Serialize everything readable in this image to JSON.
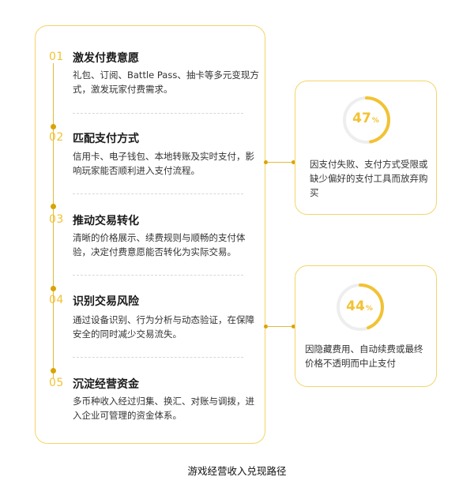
{
  "steps": [
    {
      "num": "01",
      "title": "激发付费意愿",
      "desc": "礼包、订阅、Battle Pass、抽卡等多元变现方式，激发玩家付费需求。"
    },
    {
      "num": "02",
      "title": "匹配支付方式",
      "desc": "信用卡、电子钱包、本地转账及实时支付，影响玩家能否顺利进入支付流程。"
    },
    {
      "num": "03",
      "title": "推动交易转化",
      "desc": "清晰的价格展示、续费规则与顺畅的支付体验，决定付费意愿能否转化为实际交易。"
    },
    {
      "num": "04",
      "title": "识别交易风险",
      "desc": "通过设备识别、行为分析与动态验证，在保障安全的同时减少交易流失。"
    },
    {
      "num": "05",
      "title": "沉淀经营资金",
      "desc": "多币种收入经过归集、换汇、对账与调拨，进入企业可管理的资金体系。"
    }
  ],
  "stats": [
    {
      "value": "47",
      "unit": "%",
      "percent": 47,
      "desc": "因支付失败、支付方式受限或缺少偏好的支付工具而放弃购买"
    },
    {
      "value": "44",
      "unit": "%",
      "percent": 44,
      "desc": "因隐藏费用、自动续费或最终价格不透明而中止支付"
    }
  ],
  "caption": "游戏经营收入兑现路径",
  "colors": {
    "accent": "#f2c233",
    "border": "#f3d56a",
    "ring_track": "#eeeeee",
    "line": "#e3b93a"
  }
}
